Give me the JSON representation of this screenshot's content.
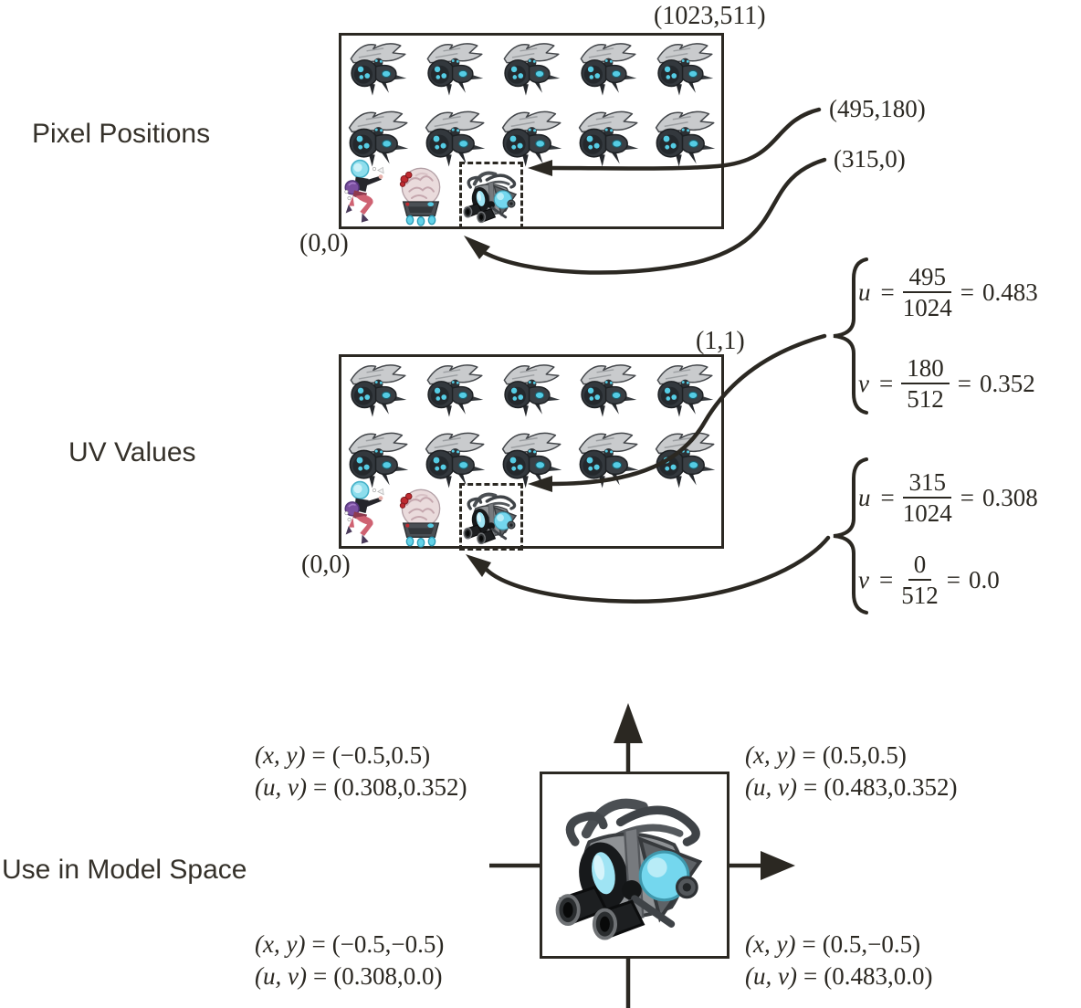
{
  "figure": {
    "background": "#ffffff",
    "ink_color": "#2b2822",
    "accent_cyan": "#5acce4"
  },
  "strings": {
    "equals": "="
  },
  "pixel_section": {
    "label": "Pixel Positions",
    "corner_max": "(1023,511)",
    "corner_origin": "(0,0)",
    "callout_top": "(495,180)",
    "callout_bottom": "(315,0)"
  },
  "uv_section": {
    "label": "UV Values",
    "corner_max": "(1,1)",
    "corner_origin": "(0,0)",
    "equations": [
      {
        "lhs": "u",
        "numerator": "495",
        "denominator": "1024",
        "result": "0.483"
      },
      {
        "lhs": "v",
        "numerator": "180",
        "denominator": "512",
        "result": "0.352"
      },
      {
        "lhs": "u",
        "numerator": "315",
        "denominator": "1024",
        "result": "0.308"
      },
      {
        "lhs": "v",
        "numerator": "0",
        "denominator": "512",
        "result": "0.0"
      }
    ]
  },
  "model_section": {
    "label": "Use in Model Space",
    "xy_var": "(x, y)",
    "uv_var": "(u, v)",
    "corners": {
      "top_left": {
        "xy": "(−0.5,0.5)",
        "uv": "(0.308,0.352)"
      },
      "top_right": {
        "xy": "(0.5,0.5)",
        "uv": "(0.483,0.352)"
      },
      "bottom_left": {
        "xy": "(−0.5,−0.5)",
        "uv": "(0.308,0.0)"
      },
      "bottom_right": {
        "xy": "(0.5,−0.5)",
        "uv": "(0.483,0.0)"
      }
    }
  }
}
